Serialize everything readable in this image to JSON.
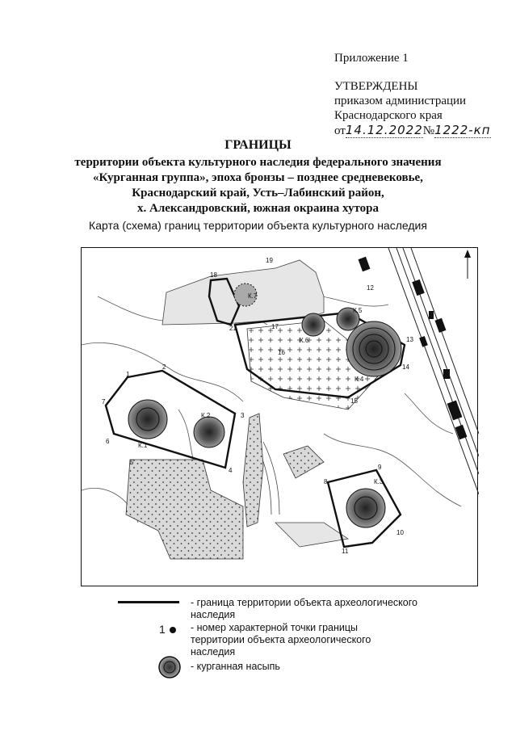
{
  "header": {
    "appendix": "Приложение 1",
    "approved_title": "УТВЕРЖДЕНЫ",
    "approved_line1": "приказом администрации",
    "approved_line2": "Краснодарского края",
    "date_prefix": "от",
    "date_value": "14.12.2022",
    "number_prefix": "№",
    "number_value": "1222-кп"
  },
  "title": {
    "heading": "ГРАНИЦЫ",
    "line1": "территории объекта культурного наследия федерального значения",
    "line2": "«Курганная группа», эпоха бронзы – позднее средневековье,",
    "line3": "Краснодарский край, Усть–Лабинский район,",
    "line4": "х. Александровский, южная окраина хутора"
  },
  "map": {
    "caption": "Карта (схема) границ территории объекта культурного наследия",
    "mounds": [
      "К.1",
      "К.2",
      "К.3",
      "К.4",
      "К.5",
      "К.6",
      "К.7"
    ],
    "points": [
      "1",
      "2",
      "3",
      "4",
      "5",
      "6",
      "7",
      "8",
      "9",
      "10",
      "11",
      "12",
      "13",
      "14",
      "15",
      "16",
      "17",
      "18",
      "19",
      "21"
    ]
  },
  "legend": {
    "boundary_line1": "- граница территории объекта археологического",
    "boundary_line2": "наследия",
    "point_number": "1",
    "point_line1": "- номер характерной точки границы",
    "point_line2": "территории объекта археологического",
    "point_line3": "наследия",
    "mound": "- курганная насыпь"
  }
}
